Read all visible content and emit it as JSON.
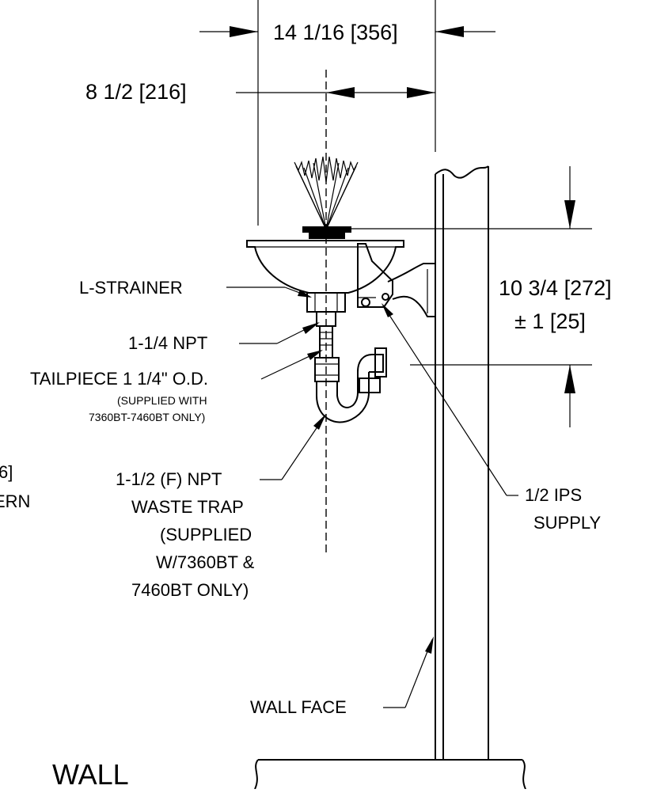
{
  "dimensions": {
    "overall_width": "14 1/16 [356]",
    "center_offset": "8 1/2 [216]",
    "height_line1": "10 3/4 [272]",
    "height_line2": "± 1 [25]"
  },
  "callouts": {
    "strainer": "L-STRAINER",
    "npt_inlet": "1-1/4 NPT",
    "tailpiece": "TAILPIECE 1 1/4\" O.D.",
    "tailpiece_note_1": "(SUPPLIED WITH",
    "tailpiece_note_2": "7360BT-7460BT ONLY)",
    "trap_1": "1-1/2 (F) NPT",
    "trap_2": "WASTE TRAP",
    "trap_3": "(SUPPLIED",
    "trap_4": "W/7360BT &",
    "trap_5": "7460BT ONLY)",
    "supply_1": "1/2 IPS",
    "supply_2": "SUPPLY",
    "wall_face": "WALL FACE",
    "wall": "WALL"
  },
  "cropped_left": {
    "line1": "6]",
    "line2": "ERN"
  }
}
